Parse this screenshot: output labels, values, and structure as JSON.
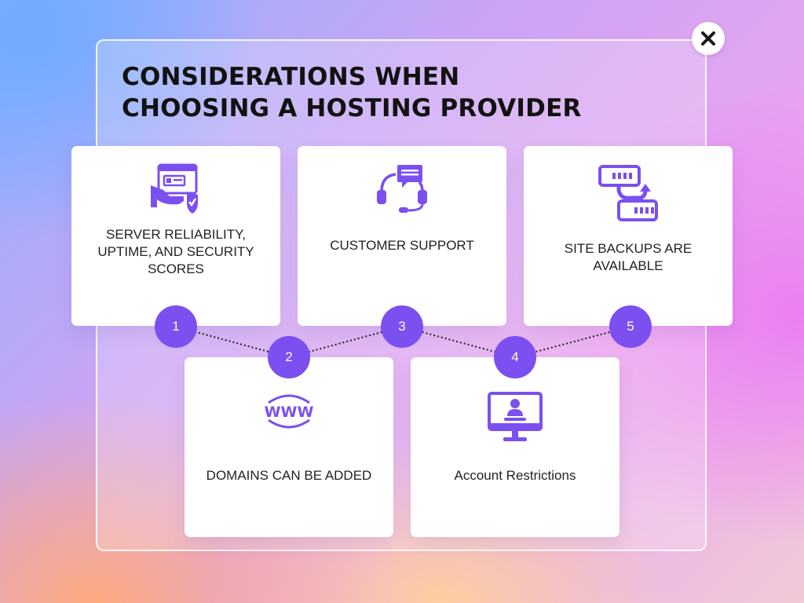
{
  "title": {
    "line1": "CONSIDERATIONS WHEN",
    "line2": "CHOOSING A HOSTING PROVIDER"
  },
  "accent_color": "#7b4ff0",
  "close_icon": "close-icon",
  "items": [
    {
      "number": "1",
      "label": "SERVER RELIABILITY, UPTIME, AND SECURITY SCORES",
      "icon": "server-security-icon"
    },
    {
      "number": "2",
      "label": "DOMAINS CAN BE ADDED",
      "icon": "www-icon"
    },
    {
      "number": "3",
      "label": "CUSTOMER SUPPORT",
      "icon": "headset-chat-icon"
    },
    {
      "number": "4",
      "label": "Account Restrictions",
      "icon": "monitor-user-icon"
    },
    {
      "number": "5",
      "label": "SITE BACKUPS ARE AVAILABLE",
      "icon": "backup-servers-icon"
    }
  ],
  "www_icon_text": "WWW"
}
